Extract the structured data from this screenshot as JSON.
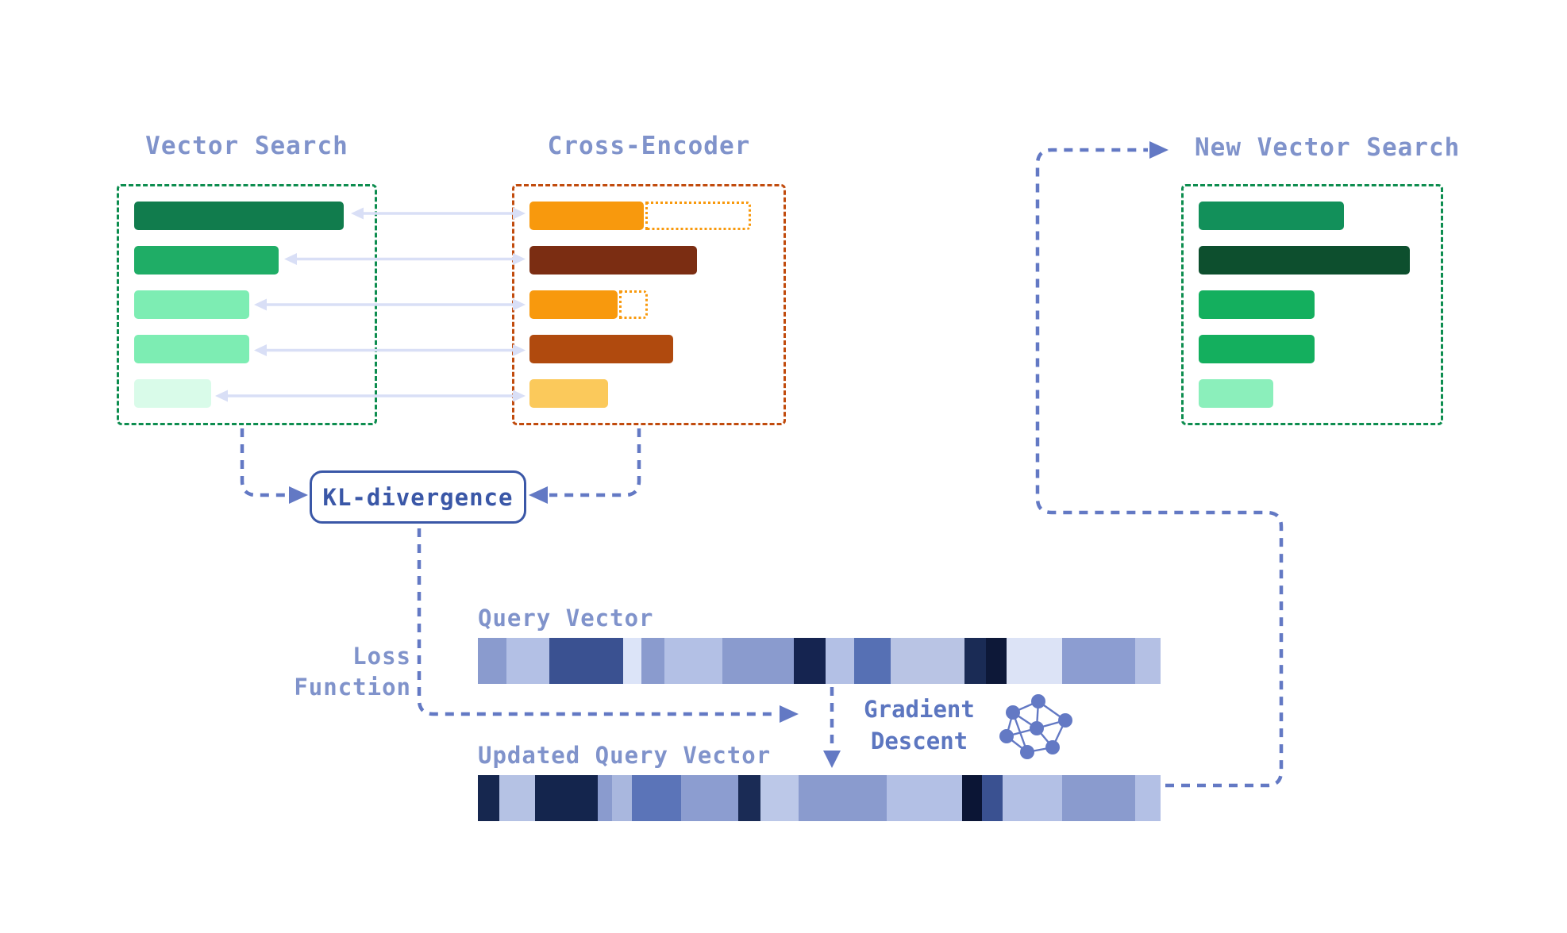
{
  "colors": {
    "label_blue": "#8093CB",
    "kl_blue": "#3A57A7",
    "connector_blue": "#6379C4",
    "pair_arrow": "#D9DFF6",
    "gradient_text": "#5C76C0",
    "green_border": "#0D8D4F",
    "orange_border": "#C14B0D"
  },
  "panels": {
    "vector_search": {
      "title": "Vector Search",
      "border_color": "#0D8D4F",
      "bars": [
        {
          "color": "#117C4D",
          "width_pct": 93
        },
        {
          "color": "#1FAD66",
          "width_pct": 64
        },
        {
          "color": "#7DEDB3",
          "width_pct": 51
        },
        {
          "color": "#7DEDB3",
          "width_pct": 51
        },
        {
          "color": "#D9FBE9",
          "width_pct": 34
        }
      ]
    },
    "cross_encoder": {
      "title": "Cross-Encoder",
      "border_color": "#C14B0D",
      "bars": [
        {
          "color": "#F8990D",
          "width_pct": 48,
          "dotted_extension_pct": 44
        },
        {
          "color": "#7B2D12",
          "width_pct": 70
        },
        {
          "color": "#F8990D",
          "width_pct": 37,
          "dotted_extension_pct": 12
        },
        {
          "color": "#B04A0E",
          "width_pct": 60
        },
        {
          "color": "#FBC95B",
          "width_pct": 33
        }
      ]
    },
    "new_vector_search": {
      "title": "New Vector Search",
      "border_color": "#0D8D4F",
      "bars": [
        {
          "color": "#12905A",
          "width_pct": 64
        },
        {
          "color": "#0D4F2E",
          "width_pct": 93
        },
        {
          "color": "#14AF5E",
          "width_pct": 51
        },
        {
          "color": "#14AF5E",
          "width_pct": 51
        },
        {
          "color": "#8BEFBB",
          "width_pct": 33
        }
      ]
    }
  },
  "kl_box": {
    "label": "KL-divergence"
  },
  "loss_function": {
    "line1": "Loss",
    "line2": "Function"
  },
  "gradient_descent": {
    "line1": "Gradient",
    "line2": "Descent"
  },
  "strips": {
    "query": {
      "label": "Query Vector",
      "cells": [
        {
          "color": "#8A9BCE",
          "w": 36
        },
        {
          "color": "#B3C0E5",
          "w": 54
        },
        {
          "color": "#3A5191",
          "w": 93
        },
        {
          "color": "#DCE4F8",
          "w": 23
        },
        {
          "color": "#8A9BCE",
          "w": 29
        },
        {
          "color": "#B3C0E5",
          "w": 73
        },
        {
          "color": "#8A9BCE",
          "w": 90
        },
        {
          "color": "#152450",
          "w": 40
        },
        {
          "color": "#B3C0E5",
          "w": 36
        },
        {
          "color": "#5670B4",
          "w": 46
        },
        {
          "color": "#B9C4E4",
          "w": 93
        },
        {
          "color": "#1A2B55",
          "w": 27
        },
        {
          "color": "#0D1838",
          "w": 26
        },
        {
          "color": "#DCE3F6",
          "w": 70
        },
        {
          "color": "#8C9DD1",
          "w": 92
        },
        {
          "color": "#B4C0E4",
          "w": 32
        }
      ]
    },
    "updated": {
      "label": "Updated Query Vector",
      "cells": [
        {
          "color": "#16274F",
          "w": 27
        },
        {
          "color": "#B5C2E4",
          "w": 44
        },
        {
          "color": "#14254D",
          "w": 78
        },
        {
          "color": "#8A9BCE",
          "w": 18
        },
        {
          "color": "#A9B7DE",
          "w": 24
        },
        {
          "color": "#5B74B8",
          "w": 61
        },
        {
          "color": "#8C9DD0",
          "w": 71
        },
        {
          "color": "#1A2B55",
          "w": 28
        },
        {
          "color": "#BCC8E8",
          "w": 47
        },
        {
          "color": "#8A9BCE",
          "w": 110
        },
        {
          "color": "#B3C0E5",
          "w": 93
        },
        {
          "color": "#0B1535",
          "w": 25
        },
        {
          "color": "#3A5191",
          "w": 26
        },
        {
          "color": "#B3C0E5",
          "w": 74
        },
        {
          "color": "#8A9BCE",
          "w": 90
        },
        {
          "color": "#B3C0E5",
          "w": 32
        }
      ]
    }
  }
}
